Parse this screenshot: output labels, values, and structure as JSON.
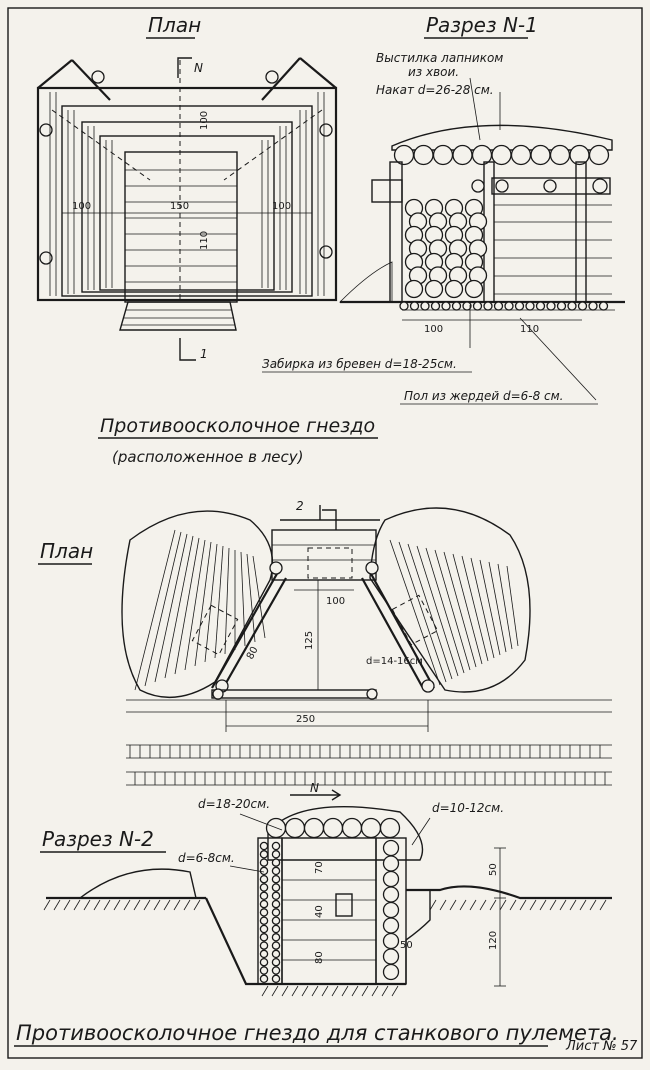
{
  "top_plan": {
    "heading": "План",
    "north": "N",
    "section_mark": "1",
    "dims": {
      "left_width": "100",
      "center_width": "150",
      "right_width": "100",
      "top_depth": "100",
      "bottom_depth": "110"
    }
  },
  "section1": {
    "heading": "Разрез N-1",
    "note_lining": "Выстилка лапником",
    "note_lining2": "из хвои.",
    "note_roof": "Накат d=26-28 см.",
    "note_wall": "Забирка из бревен d=18-25см.",
    "note_floor": "Пол из жердей d=6-8 см.",
    "dim_left": "100",
    "dim_right": "110"
  },
  "nest_title": "Противоосколочное гнездо",
  "nest_subtitle": "(расположенное в лесу)",
  "plan2": {
    "heading": "План",
    "section_mark": "2",
    "north": "N",
    "dim_width_inner": "100",
    "dim_length": "125",
    "dim_diag": "80",
    "dim_log": "d=14-16см",
    "dim_front": "250"
  },
  "section2": {
    "heading": "Разрез N-2",
    "log_top": "d=18-20см.",
    "log_right": "d=10-12см.",
    "log_left": "d=6-8см.",
    "dim_70": "70",
    "dim_40": "40",
    "dim_80": "80",
    "dim_50": "50",
    "dim_50b": "50",
    "dim_120": "120"
  },
  "footer": {
    "caption": "Противоосколочное гнездо для станкового пулемета.",
    "sheet": "Лист № 57"
  }
}
